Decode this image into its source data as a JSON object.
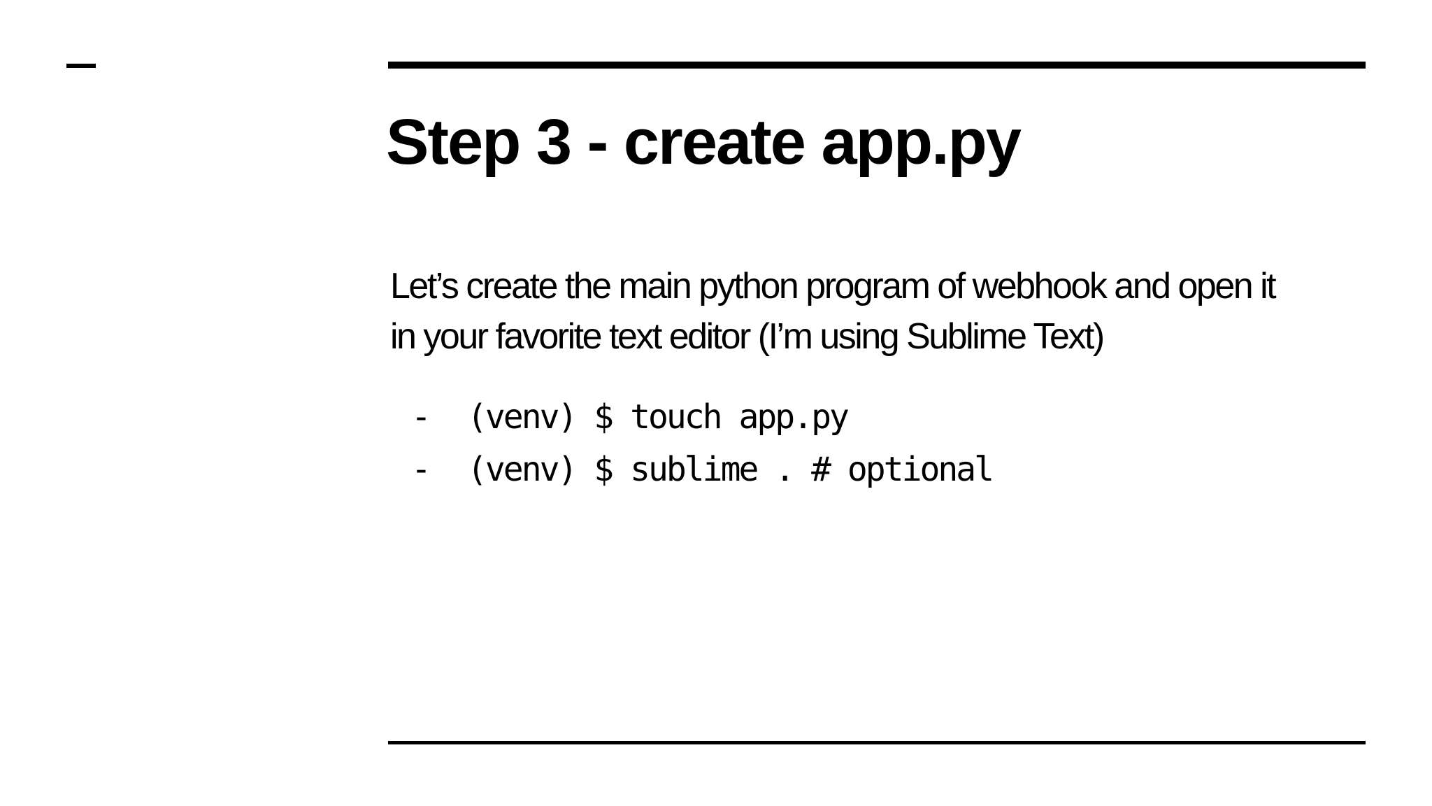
{
  "slide": {
    "title": "Step 3 - create app.py",
    "body_lines": [
      "Let’s create the main python program of webhook and open it",
      "in your favorite text editor (I’m using Sublime Text)"
    ],
    "bullets": [
      {
        "marker": "-",
        "code": "(venv) $ touch app.py"
      },
      {
        "marker": "-",
        "code": "(venv) $ sublime . # optional"
      }
    ],
    "colors": {
      "background": "#ffffff",
      "text": "#000000",
      "rule": "#000000"
    }
  }
}
